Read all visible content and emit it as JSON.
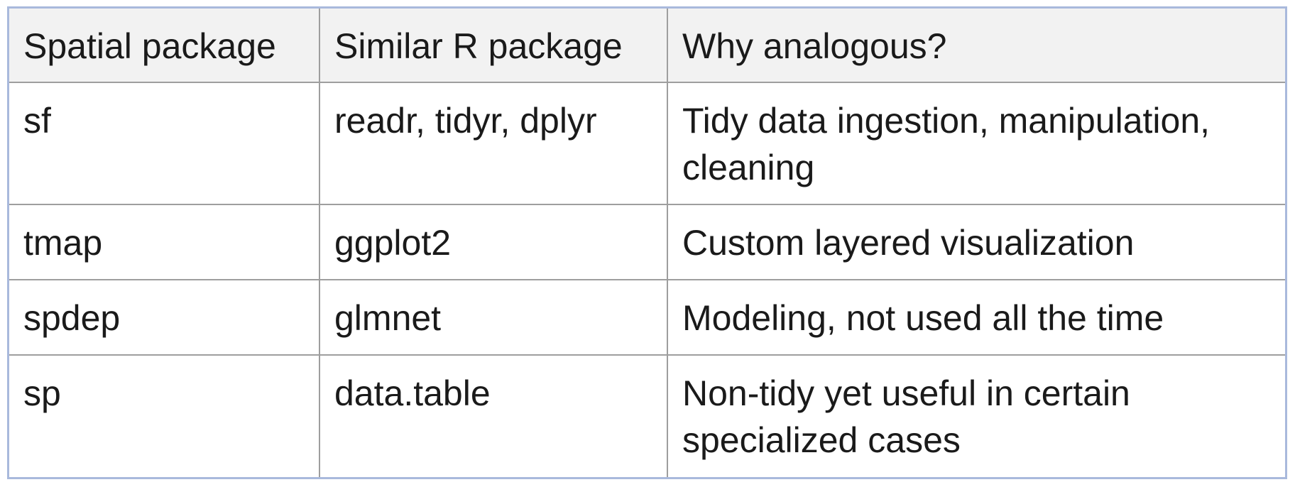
{
  "table": {
    "headers": [
      "Spatial package",
      "Similar R package",
      "Why analogous?"
    ],
    "rows": [
      [
        "sf",
        "readr, tidyr, dplyr",
        "Tidy data ingestion, manipulation, cleaning"
      ],
      [
        "tmap",
        "ggplot2",
        "Custom layered visualization"
      ],
      [
        "spdep",
        "glmnet",
        "Modeling, not used all the time"
      ],
      [
        "sp",
        "data.table",
        "Non-tidy yet useful in certain specialized cases"
      ]
    ]
  },
  "colors": {
    "frame_border": "#a9b9dc",
    "grid_border": "#9e9e9e",
    "header_background": "#f2f2f2",
    "text": "#1a1a1a"
  }
}
